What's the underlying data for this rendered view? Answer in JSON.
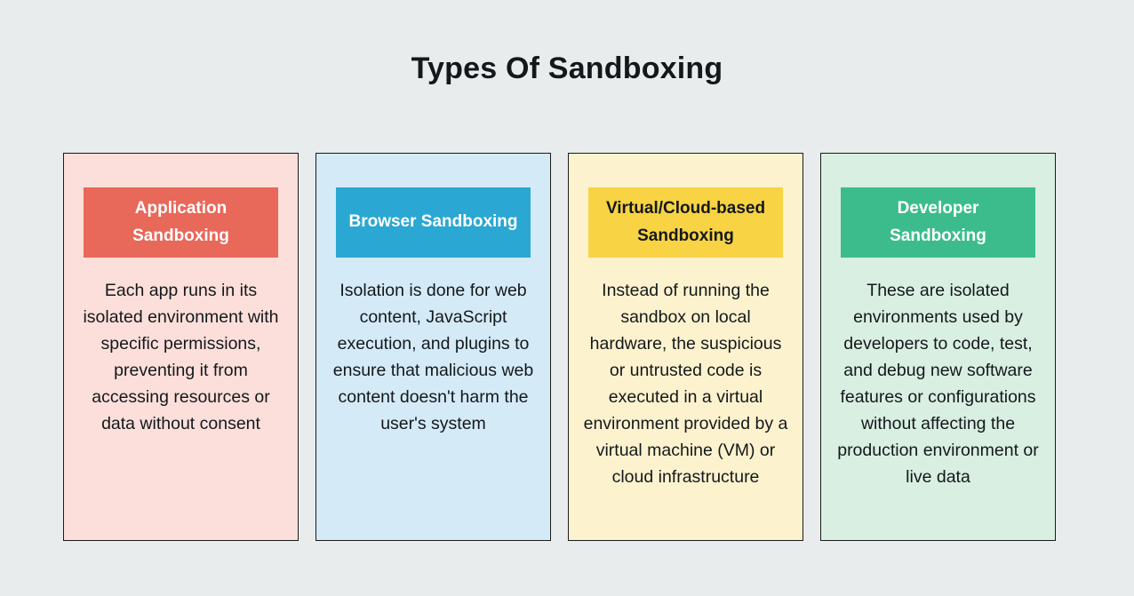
{
  "page": {
    "title": "Types Of Sandboxing",
    "background_color": "#e8ecec",
    "title_color": "#14181b"
  },
  "cards": [
    {
      "id": "application-sandboxing",
      "header": "Application Sandboxing",
      "body": "Each app runs in its isolated environment with specific permissions, preventing it from accessing resources or data without consent",
      "card_background": "#fcdfda",
      "header_background": "#e8685a",
      "header_text_color": "#ffffff",
      "border_color": "#1b1b1b"
    },
    {
      "id": "browser-sandboxing",
      "header": "Browser Sandboxing",
      "body": "Isolation is done for web content, JavaScript execution, and plugins to ensure that malicious web content doesn't harm the user's system",
      "card_background": "#d4eaf7",
      "header_background": "#2ba7d3",
      "header_text_color": "#ffffff",
      "border_color": "#1b1b1b"
    },
    {
      "id": "virtual-cloud-based-sandboxing",
      "header": "Virtual/Cloud-based Sandboxing",
      "body": "Instead of running the sandbox on local hardware, the suspicious or untrusted code is executed in a virtual environment provided by a virtual machine (VM) or cloud infrastructure",
      "card_background": "#fdf2ce",
      "header_background": "#f8d344",
      "header_text_color": "#14181b",
      "border_color": "#1b1b1b"
    },
    {
      "id": "developer-sandboxing",
      "header": "Developer Sandboxing",
      "body": "These are isolated environments used by developers to code, test, and debug new software features or configurations without affecting the production environment or live data",
      "card_background": "#d9efe2",
      "header_background": "#3cbc8d",
      "header_text_color": "#ffffff",
      "border_color": "#1b1b1b"
    }
  ]
}
